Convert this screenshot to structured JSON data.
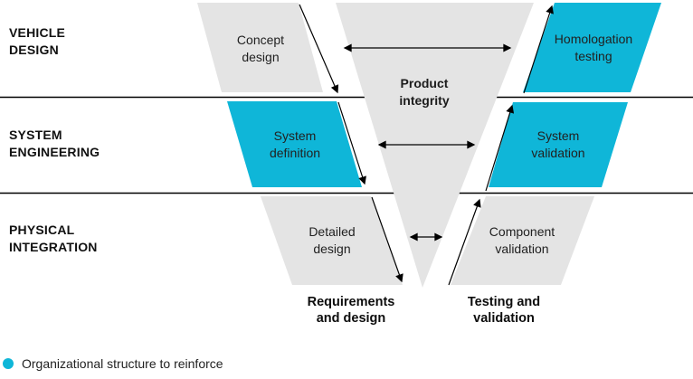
{
  "colors": {
    "accent": "#0fb6d8",
    "shape_gray": "#e4e4e4",
    "line_black": "#000000"
  },
  "row_labels": [
    {
      "label": "VEHICLE DESIGN"
    },
    {
      "label": "SYSTEM ENGINEERING"
    },
    {
      "label": "PHYSICAL INTEGRATION"
    }
  ],
  "left_stages": [
    {
      "label": "Concept design",
      "highlighted": false
    },
    {
      "label": "System definition",
      "highlighted": true
    },
    {
      "label": "Detailed design",
      "highlighted": false
    }
  ],
  "right_stages": [
    {
      "label": "Homologation testing",
      "highlighted": true
    },
    {
      "label": "System validation",
      "highlighted": true
    },
    {
      "label": "Component validation",
      "highlighted": false
    }
  ],
  "center_label": "Product integrity",
  "bottom_labels": {
    "left": "Requirements and design",
    "right": "Testing and validation"
  },
  "legend": {
    "marker_color": "#0fb6d8",
    "text": "Organizational structure to reinforce"
  }
}
